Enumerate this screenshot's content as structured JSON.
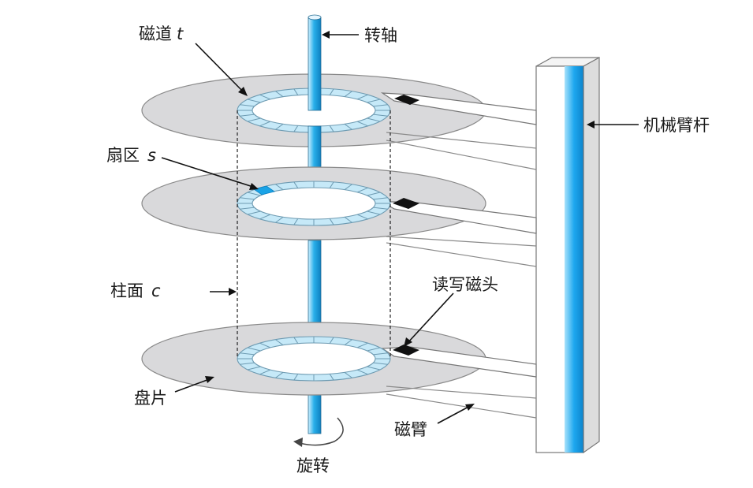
{
  "labels": {
    "track": "磁道",
    "track_var": "t",
    "spindle": "转轴",
    "actuator_arm": "机械臂杆",
    "sector": "扇区",
    "sector_var": "s",
    "cylinder": "柱面",
    "cylinder_var": "c",
    "read_write_head": "读写磁头",
    "platter": "盘片",
    "disk_arm": "磁臂",
    "rotation": "旋转"
  },
  "colors": {
    "platter": "#d9d9db",
    "track_ring": "#c6e9f8",
    "sector_highlight": "#1aa3e6",
    "spindle": "#2ab0ea",
    "actuator_stripe": "#1ea8ef"
  },
  "platter_count": 3
}
